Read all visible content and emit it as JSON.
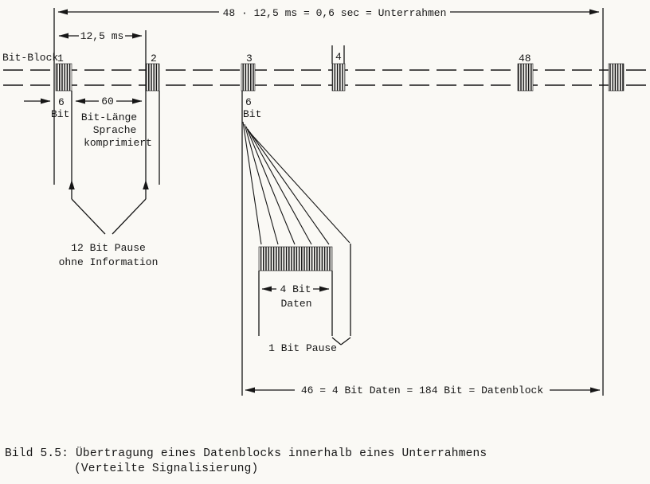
{
  "figure": {
    "top_dimension_label": "48 · 12,5 ms = 0,6 sec = Unterrahmen",
    "block_period_label": "12,5 ms",
    "bit_block_label": "Bit-Block",
    "block_numbers": {
      "b1": "1",
      "b2": "2",
      "b3": "3",
      "b4": "4",
      "b48": "48"
    },
    "sync_field": {
      "value": "6",
      "unit": "Bit"
    },
    "speech_field": {
      "value": "60",
      "line1": "Bit-Länge",
      "line2": "Sprache",
      "line3": "komprimiert"
    },
    "data_field": {
      "value": "6",
      "unit": "Bit"
    },
    "pause_note": {
      "line1": "12 Bit Pause",
      "line2": "ohne Information"
    },
    "zoom_detail": {
      "dimension": "4 Bit",
      "label": "Daten",
      "pause_label": "1 Bit Pause"
    },
    "bottom_dimension_label": "46 = 4 Bit Daten = 184 Bit = Datenblock"
  },
  "caption": {
    "line1": "Bild 5.5: Übertragung eines Datenblocks innerhalb eines Unterrahmens",
    "line2": "(Verteilte Signalisierung)"
  }
}
